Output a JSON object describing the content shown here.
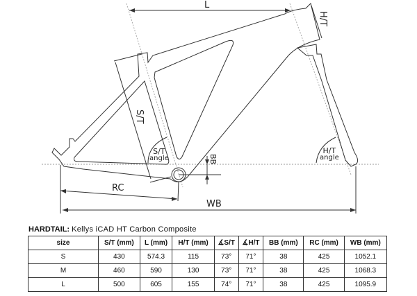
{
  "diagram": {
    "labels": {
      "L": "L",
      "HT": "H/T",
      "ST": "S/T",
      "ST_angle": "S/T",
      "HT_angle": "H/T",
      "angle": "angle",
      "BB": "BB",
      "RC": "RC",
      "WB": "WB"
    }
  },
  "table": {
    "title_bold": "HARDTAIL:",
    "title_rest": "Kellys iCAD HT Carbon Composite",
    "headers": [
      "size",
      "S/T (mm)",
      "L (mm)",
      "H/T (mm)",
      "∡S/T",
      "∡H/T",
      "BB (mm)",
      "RC (mm)",
      "WB (mm)"
    ],
    "rows": [
      [
        "S",
        "430",
        "574.3",
        "115",
        "73°",
        "71°",
        "38",
        "425",
        "1052.1"
      ],
      [
        "M",
        "460",
        "590",
        "130",
        "73°",
        "71°",
        "38",
        "425",
        "1068.3"
      ],
      [
        "L",
        "500",
        "605",
        "155",
        "74°",
        "71°",
        "38",
        "425",
        "1095.9"
      ]
    ]
  }
}
